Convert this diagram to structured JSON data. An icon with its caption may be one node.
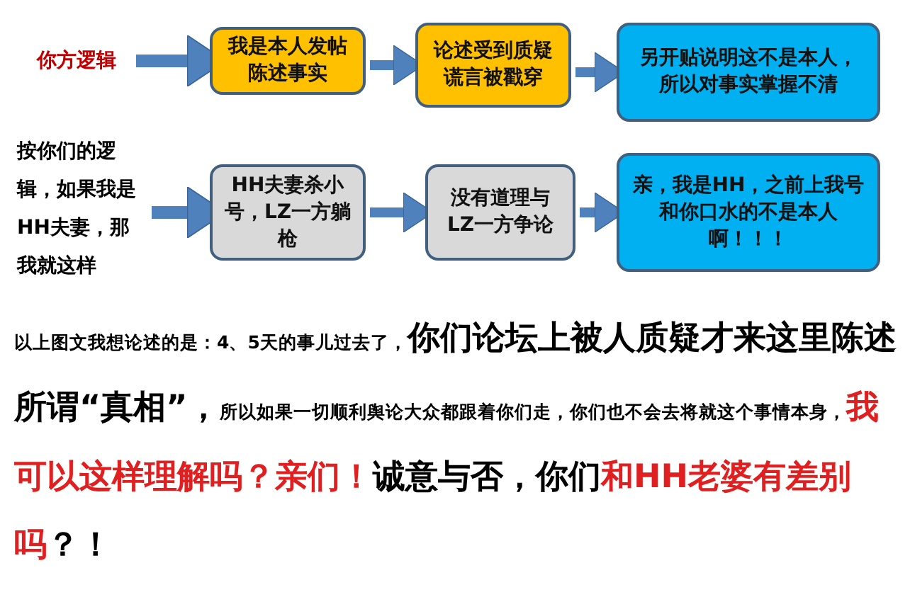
{
  "diagram": {
    "nodes": [
      {
        "text": [
          "你方逻辑"
        ]
      },
      {
        "text": [
          "我是本人发帖陈述事实"
        ]
      },
      {
        "text": [
          "论述受到质疑谎言被戳穿"
        ]
      },
      {
        "text": [
          "另开贴说明这**不是本人**，所以对事实掌握不清"
        ]
      },
      {
        "text": [
          "按你们的逻辑，如果我是HH夫妻，那我就这样"
        ]
      },
      {
        "text": [
          "HH夫妻杀小号，LZ一方躺枪"
        ]
      },
      {
        "text": [
          "没有道理与LZ一方争论"
        ]
      },
      {
        "text": [
          "亲，我是HH，之前上我号和你口水的**不是本人**啊！！！"
        ]
      }
    ],
    "edges": [
      {
        "from": 0,
        "to": 1,
        "arrow": "to"
      },
      {
        "from": 1,
        "to": 2,
        "arrow": "to"
      },
      {
        "from": 2,
        "to": 3,
        "arrow": "to"
      },
      {
        "from": 4,
        "to": 5,
        "arrow": "to"
      },
      {
        "from": 5,
        "to": 6,
        "arrow": "to"
      },
      {
        "from": 6,
        "to": 7,
        "arrow": "to"
      }
    ],
    "labels": [
      "以上图文我想论述的是：4、5天的事儿过去了，",
      "你们论坛上被人质疑才来这里陈述所谓“真相”，",
      "所以如果一切顺利舆论大众都跟着你们走，你们也不会去将就这个事情本身，",
      "我可以这样理解吗？亲们！",
      "诚意与否，你们",
      "和HH老婆有差别吗",
      "？！"
    ]
  }
}
